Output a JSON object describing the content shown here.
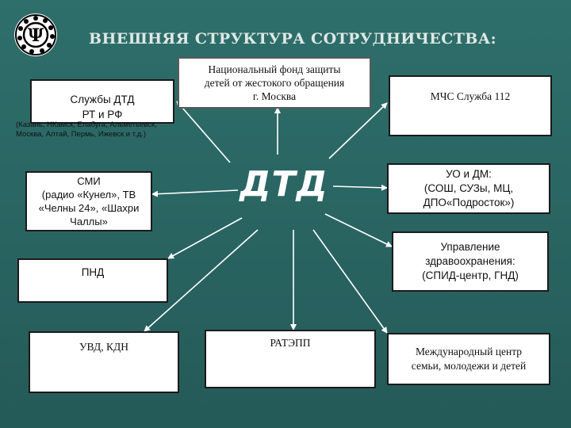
{
  "title": "ВНЕШНЯЯ СТРУКТУРА СОТРУДНИЧЕСТВА:",
  "center": "ДТД",
  "nodes": {
    "services": {
      "line1": "Службы ДТД",
      "line2": "РТ и РФ",
      "cities": "(Казань, НКамск, Елабуга, Альметьевск, Москва, Алтай, Пермь, Ижевск и т.д.)"
    },
    "national_fund": {
      "line1": "Национальный фонд защиты",
      "line2": "детей от жестокого обращения",
      "line3": "г. Москва"
    },
    "mchs": {
      "text": "МЧС Служба 112"
    },
    "smi": {
      "line1": "СМИ",
      "line2": "(радио «Кунел», ТВ",
      "line3": "«Челны 24», «Шахри",
      "line4": "Чаллы»"
    },
    "uo": {
      "line1": "УО и ДМ:",
      "line2": "(СОШ, СУЗы, МЦ,",
      "line3": "ДПО«Подросток»)"
    },
    "pnd": {
      "text": "ПНД"
    },
    "health": {
      "line1": "Управление",
      "line2": "здравоохранения:",
      "line3": "(СПИД-центр, ГНД)"
    },
    "uvd": {
      "text": "УВД, КДН"
    },
    "ratepp": {
      "text": "РАТЭПП"
    },
    "intl": {
      "line1": "Международный центр",
      "line2": "семьи, молодежи и детей"
    }
  },
  "colors": {
    "background": "#2a6663",
    "title": "#dfe8e6",
    "box_fill": "#ffffff",
    "line": "#ffffff"
  },
  "icons": {
    "logo": "psi-emblem-icon"
  }
}
